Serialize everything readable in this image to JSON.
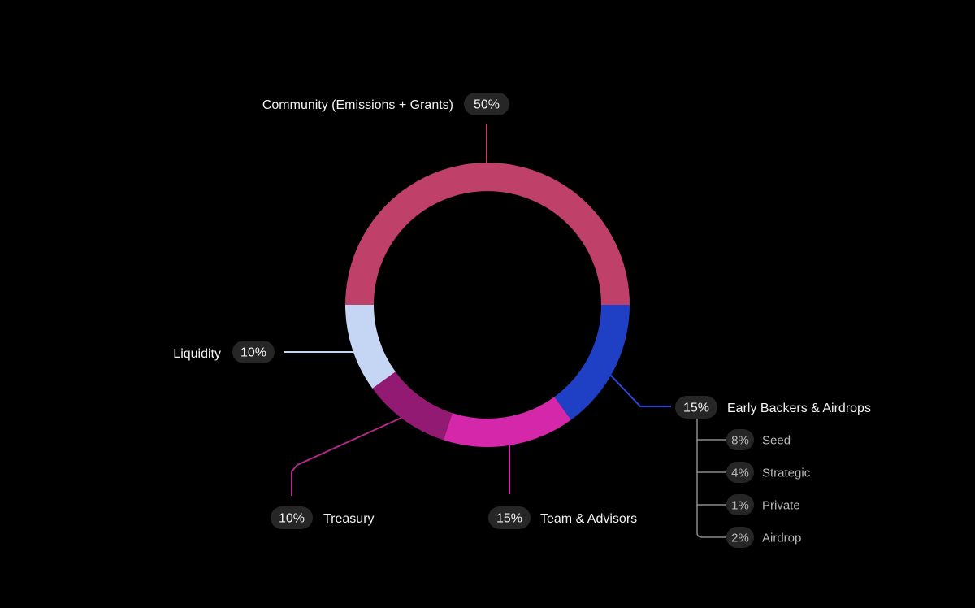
{
  "colors": {
    "background": "#000000",
    "pill": "#262626",
    "text": "#f2f2f2",
    "subtext": "#b8b8b8",
    "subtree_line": "#8a8a8a"
  },
  "chart_data": {
    "type": "donut",
    "title": "",
    "slices": [
      {
        "name": "Community (Emissions + Grants)",
        "value": 50,
        "pct_label": "50%",
        "color": "#bf4068",
        "leader_color": "#bf4068"
      },
      {
        "name": "Early Backers & Airdrops",
        "value": 15,
        "pct_label": "15%",
        "color": "#1f3fc4",
        "leader_color": "#2a46d6"
      },
      {
        "name": "Team & Advisors",
        "value": 15,
        "pct_label": "15%",
        "color": "#d427a9",
        "leader_color": "#d427a9"
      },
      {
        "name": "Treasury",
        "value": 10,
        "pct_label": "10%",
        "color": "#931a72",
        "leader_color": "#b02a88"
      },
      {
        "name": "Liquidity",
        "value": 10,
        "pct_label": "10%",
        "color": "#c5d6f5",
        "leader_color": "#c5d6f5"
      }
    ],
    "breakdown": {
      "parent": "Early Backers & Airdrops",
      "items": [
        {
          "name": "Seed",
          "value": 8,
          "pct_label": "8%"
        },
        {
          "name": "Strategic",
          "value": 4,
          "pct_label": "4%"
        },
        {
          "name": "Private",
          "value": 1,
          "pct_label": "1%"
        },
        {
          "name": "Airdrop",
          "value": 2,
          "pct_label": "2%"
        }
      ]
    }
  }
}
